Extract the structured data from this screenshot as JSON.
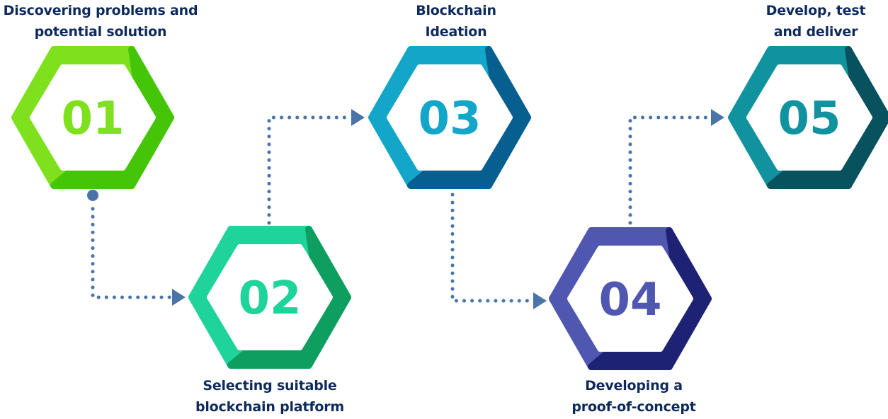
{
  "steps": [
    {
      "number": "01",
      "label_lines": [
        "Discovering problems and",
        "potential solution"
      ]
    },
    {
      "number": "02",
      "label_lines": [
        "Selecting suitable",
        "blockchain platform"
      ]
    },
    {
      "number": "03",
      "label_lines": [
        "Blockchain",
        "Ideation"
      ]
    },
    {
      "number": "04",
      "label_lines": [
        "Developing a",
        "proof-of-concept"
      ]
    },
    {
      "number": "05",
      "label_lines": [
        "Develop, test",
        "and deliver"
      ]
    }
  ],
  "colors": {
    "step_01": {
      "light": "#7fe01e",
      "dark": "#45c508"
    },
    "step_02": {
      "light": "#1ed49a",
      "dark": "#0e9e5f"
    },
    "step_03": {
      "light": "#14a6c8",
      "dark": "#075f8f"
    },
    "step_04": {
      "light": "#5057b0",
      "dark": "#1e2274"
    },
    "step_05": {
      "light": "#10939e",
      "dark": "#07525e"
    },
    "connector": "#4a74a8",
    "label_text": "#0e2a5c"
  }
}
